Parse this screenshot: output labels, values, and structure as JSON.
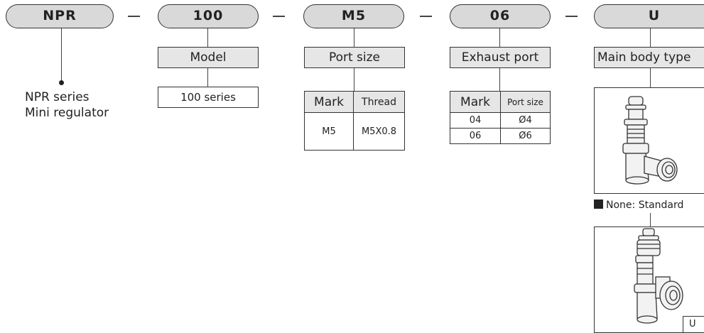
{
  "codes": [
    "NPR",
    "100",
    "M5",
    "06",
    "U"
  ],
  "series": {
    "line1": "NPR series",
    "line2": "Mini regulator"
  },
  "model": {
    "header": "Model",
    "value": "100 series"
  },
  "port_size": {
    "header": "Port size",
    "columns": [
      "Mark",
      "Thread"
    ],
    "rows": [
      [
        "M5",
        "M5X0.8"
      ]
    ]
  },
  "exhaust_port": {
    "header": "Exhaust port",
    "columns": [
      "Mark",
      "Port size"
    ],
    "rows": [
      [
        "04",
        "Ø4"
      ],
      [
        "06",
        "Ø6"
      ]
    ]
  },
  "body_type": {
    "header": "Main body type",
    "option1_label": "None: Standard",
    "option2_label": "U"
  }
}
